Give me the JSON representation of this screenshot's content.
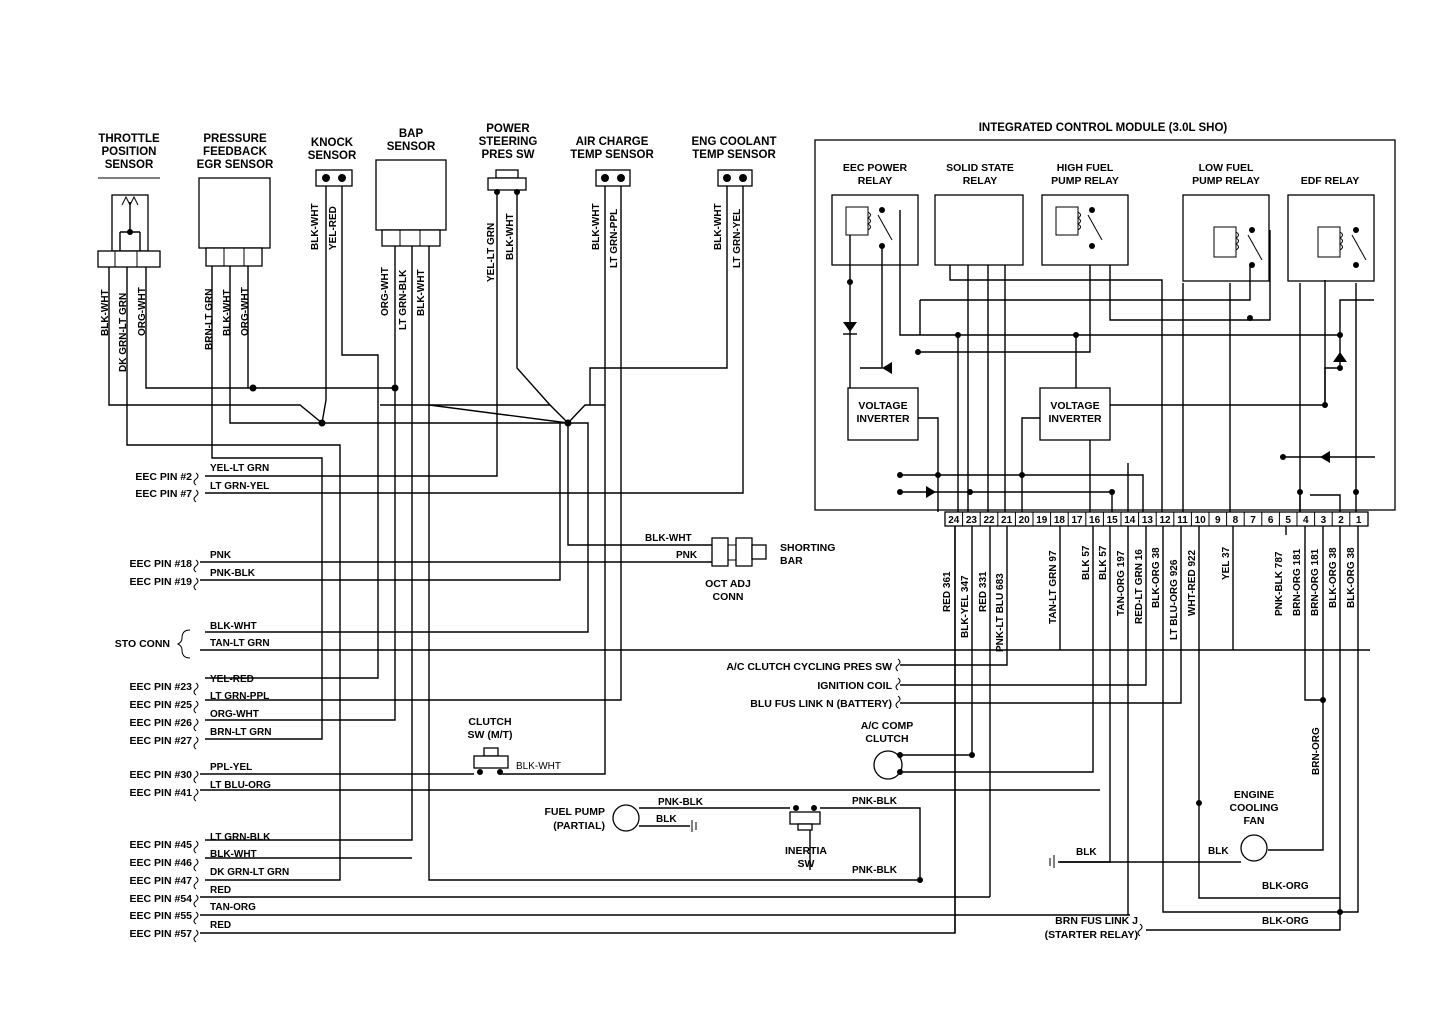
{
  "sensors": {
    "throttle": [
      "THROTTLE",
      "POSITION",
      "SENSOR"
    ],
    "pfe": [
      "PRESSURE",
      "FEEDBACK",
      "EGR SENSOR"
    ],
    "knock": [
      "KNOCK",
      "SENSOR"
    ],
    "bap": [
      "BAP",
      "SENSOR"
    ],
    "psps": [
      "POWER",
      "STEERING",
      "PRES SW"
    ],
    "act": [
      "AIR CHARGE",
      "TEMP SENSOR"
    ],
    "ect": [
      "ENG COOLANT",
      "TEMP SENSOR"
    ]
  },
  "sensor_wires": {
    "tps": [
      "BLK-WHT",
      "DK GRN-LT GRN",
      "ORG-WHT"
    ],
    "pfe": [
      "BRN-LT GRN",
      "BLK-WHT",
      "ORG-WHT"
    ],
    "knock": [
      "BLK-WHT",
      "YEL-RED"
    ],
    "bap": [
      "ORG-WHT",
      "LT GRN-BLK",
      "BLK-WHT"
    ],
    "psps": [
      "YEL-LT GRN",
      "BLK-WHT"
    ],
    "act": [
      "BLK-WHT",
      "LT GRN-PPL"
    ],
    "ect": [
      "BLK-WHT",
      "LT GRN-YEL"
    ]
  },
  "module": {
    "title": "INTEGRATED CONTROL MODULE (3.0L SHO)",
    "relays": {
      "eec": [
        "EEC POWER",
        "RELAY"
      ],
      "solid": [
        "SOLID STATE",
        "RELAY"
      ],
      "high": [
        "HIGH FUEL",
        "PUMP RELAY"
      ],
      "low": [
        "LOW FUEL",
        "PUMP RELAY"
      ],
      "edf": [
        "EDF RELAY"
      ]
    },
    "inverter": [
      "VOLTAGE",
      "INVERTER"
    ],
    "pins": [
      "24",
      "23",
      "22",
      "21",
      "20",
      "19",
      "18",
      "17",
      "16",
      "15",
      "14",
      "13",
      "12",
      "11",
      "10",
      "9",
      "8",
      "7",
      "6",
      "5",
      "4",
      "3",
      "2",
      "1"
    ],
    "pin_wires": {
      "p24": "RED 361",
      "p23": "BLK-YEL 347",
      "p22": "RED 331",
      "p21": "PNK-LT BLU 683",
      "p19": "TAN-LT GRN 97",
      "p17": "BLK 57",
      "p16": "BLK 57",
      "p15": "TAN-ORG 197",
      "p14": "RED-LT GRN 16",
      "p13": "BLK-ORG 38",
      "p12": "LT BLU-ORG 926",
      "p11": "WHT-RED 922",
      "p9": "YEL 37",
      "p5": "PNK-BLK 787",
      "p4": "BRN-ORG 181",
      "p3": "BRN-ORG 181",
      "p2": "BLK-ORG 38",
      "p1": "BLK-ORG 38"
    }
  },
  "eec_pins": {
    "p2": {
      "label": "EEC PIN #2",
      "wire": "YEL-LT GRN"
    },
    "p7": {
      "label": "EEC PIN #7",
      "wire": "LT GRN-YEL"
    },
    "p18": {
      "label": "EEC PIN #18",
      "wire": "PNK"
    },
    "p19": {
      "label": "EEC PIN #19",
      "wire": "PNK-BLK"
    },
    "sto": {
      "label": "STO CONN",
      "wire1": "BLK-WHT",
      "wire2": "TAN-LT GRN"
    },
    "p23": {
      "label": "EEC PIN #23",
      "wire": "YEL-RED"
    },
    "p25": {
      "label": "EEC PIN #25",
      "wire": "LT GRN-PPL"
    },
    "p26": {
      "label": "EEC PIN #26",
      "wire": "ORG-WHT"
    },
    "p27": {
      "label": "EEC PIN #27",
      "wire": "BRN-LT GRN"
    },
    "p30": {
      "label": "EEC PIN #30",
      "wire": "PPL-YEL"
    },
    "p41": {
      "label": "EEC PIN #41",
      "wire": "LT BLU-ORG"
    },
    "p45": {
      "label": "EEC PIN #45",
      "wire": "LT GRN-BLK"
    },
    "p46": {
      "label": "EEC PIN #46",
      "wire": "BLK-WHT"
    },
    "p47": {
      "label": "EEC PIN #47",
      "wire": "DK GRN-LT GRN"
    },
    "p54": {
      "label": "EEC PIN #54",
      "wire": "RED"
    },
    "p55": {
      "label": "EEC PIN #55",
      "wire": "TAN-ORG"
    },
    "p57": {
      "label": "EEC PIN #57",
      "wire": "RED"
    }
  },
  "components": {
    "oct": {
      "wire1": "BLK-WHT",
      "wire2": "PNK",
      "shorting": [
        "SHORTING",
        "BAR"
      ],
      "name": [
        "OCT ADJ",
        "CONN"
      ]
    },
    "clutch_sw": {
      "name": [
        "CLUTCH",
        "SW (M/T)"
      ],
      "wire": "BLK-WHT"
    },
    "fuel_pump": {
      "name": [
        "FUEL PUMP",
        "(PARTIAL)"
      ],
      "wire1": "PNK-BLK",
      "wire2": "BLK"
    },
    "inertia": {
      "name": [
        "INERTIA",
        "SW"
      ],
      "wire_out": "PNK-BLK",
      "wire_ret": "PNK-BLK"
    },
    "ac_cycling": "A/C CLUTCH CYCLING PRES SW",
    "ign_coil": "IGNITION COIL",
    "blu_link": "BLU FUS LINK N (BATTERY)",
    "ac_comp": [
      "A/C COMP",
      "CLUTCH"
    ],
    "fan": {
      "name": [
        "ENGINE",
        "COOLING",
        "FAN"
      ],
      "wire1": "BLK",
      "wire2": "BLK",
      "wire3": "BLK-ORG",
      "wire4": "BLK-ORG",
      "brn_org": "BRN-ORG"
    },
    "brn_link": [
      "BRN FUS LINK J",
      "(STARTER RELAY)"
    ]
  }
}
